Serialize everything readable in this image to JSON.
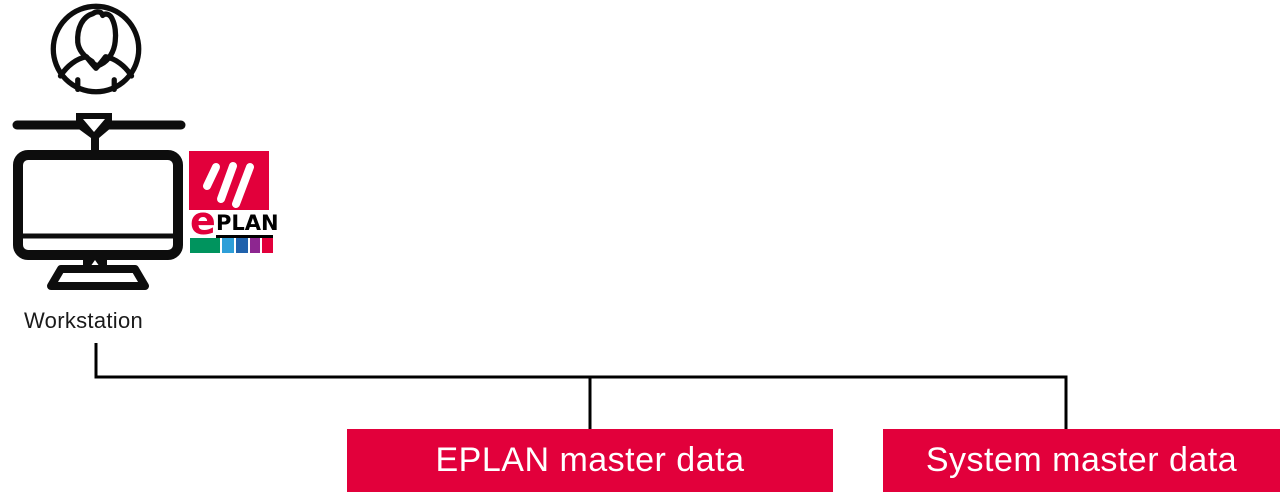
{
  "workstation": {
    "label": "Workstation"
  },
  "logo": {
    "e": "e",
    "plan": "PLAN",
    "brand_red": "#E2003B",
    "bar_colors": [
      "#00945E",
      "#2E9FD8",
      "#2062AC",
      "#8D2690",
      "#E2003B"
    ]
  },
  "nodes": {
    "eplan_master_data": "EPLAN master data",
    "system_master_data": "System master data"
  },
  "colors": {
    "box_background": "#E2003B",
    "box_text": "#FFFFFF",
    "line": "#000000",
    "icon": "#0D0D0D"
  }
}
